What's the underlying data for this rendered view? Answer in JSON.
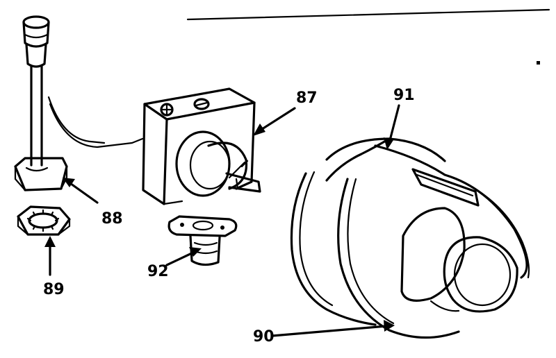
{
  "diagram": {
    "part_labels": {
      "p87": "87",
      "p88": "88",
      "p89": "89",
      "p90": "90",
      "p91": "91",
      "p92": "92"
    },
    "colors": {
      "ink": "#000000",
      "paper": "#ffffff"
    }
  }
}
